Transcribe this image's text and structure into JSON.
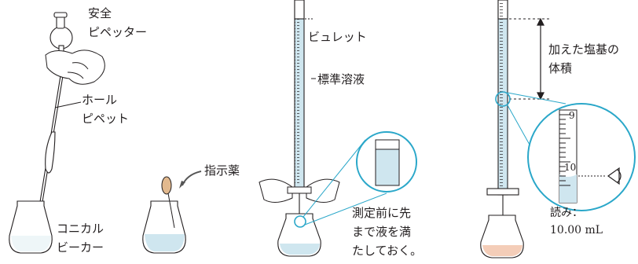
{
  "labels": {
    "safety_pipette": [
      "安全",
      "ピペッター"
    ],
    "whole_pipette": [
      "ホール",
      "ピペット"
    ],
    "conical_beaker": [
      "コニカル",
      "ビーカー"
    ],
    "indicator": "指示薬",
    "burette": "ビュレット",
    "standard_solution": "標準溶液",
    "fill_tip_note": [
      "測定前に先",
      "まで液を満",
      "たしておく。"
    ],
    "added_base_volume": [
      "加えた塩基の",
      "体積"
    ],
    "reading_label": "読み：",
    "reading_value": "10.00 mL"
  },
  "scale": {
    "tick_9": "9",
    "tick_10": "10"
  },
  "colors": {
    "line": "#231f20",
    "glass": "#ffffff",
    "liquid_blue": "#cfe6ef",
    "liquid_pink": "#f4cdb8",
    "accent_cyan": "#2aa7c9",
    "dropper_bulb": "#e2b98e"
  },
  "icons": [
    "eye-icon",
    "curved-arrow-icon",
    "double-arrow-icon"
  ]
}
